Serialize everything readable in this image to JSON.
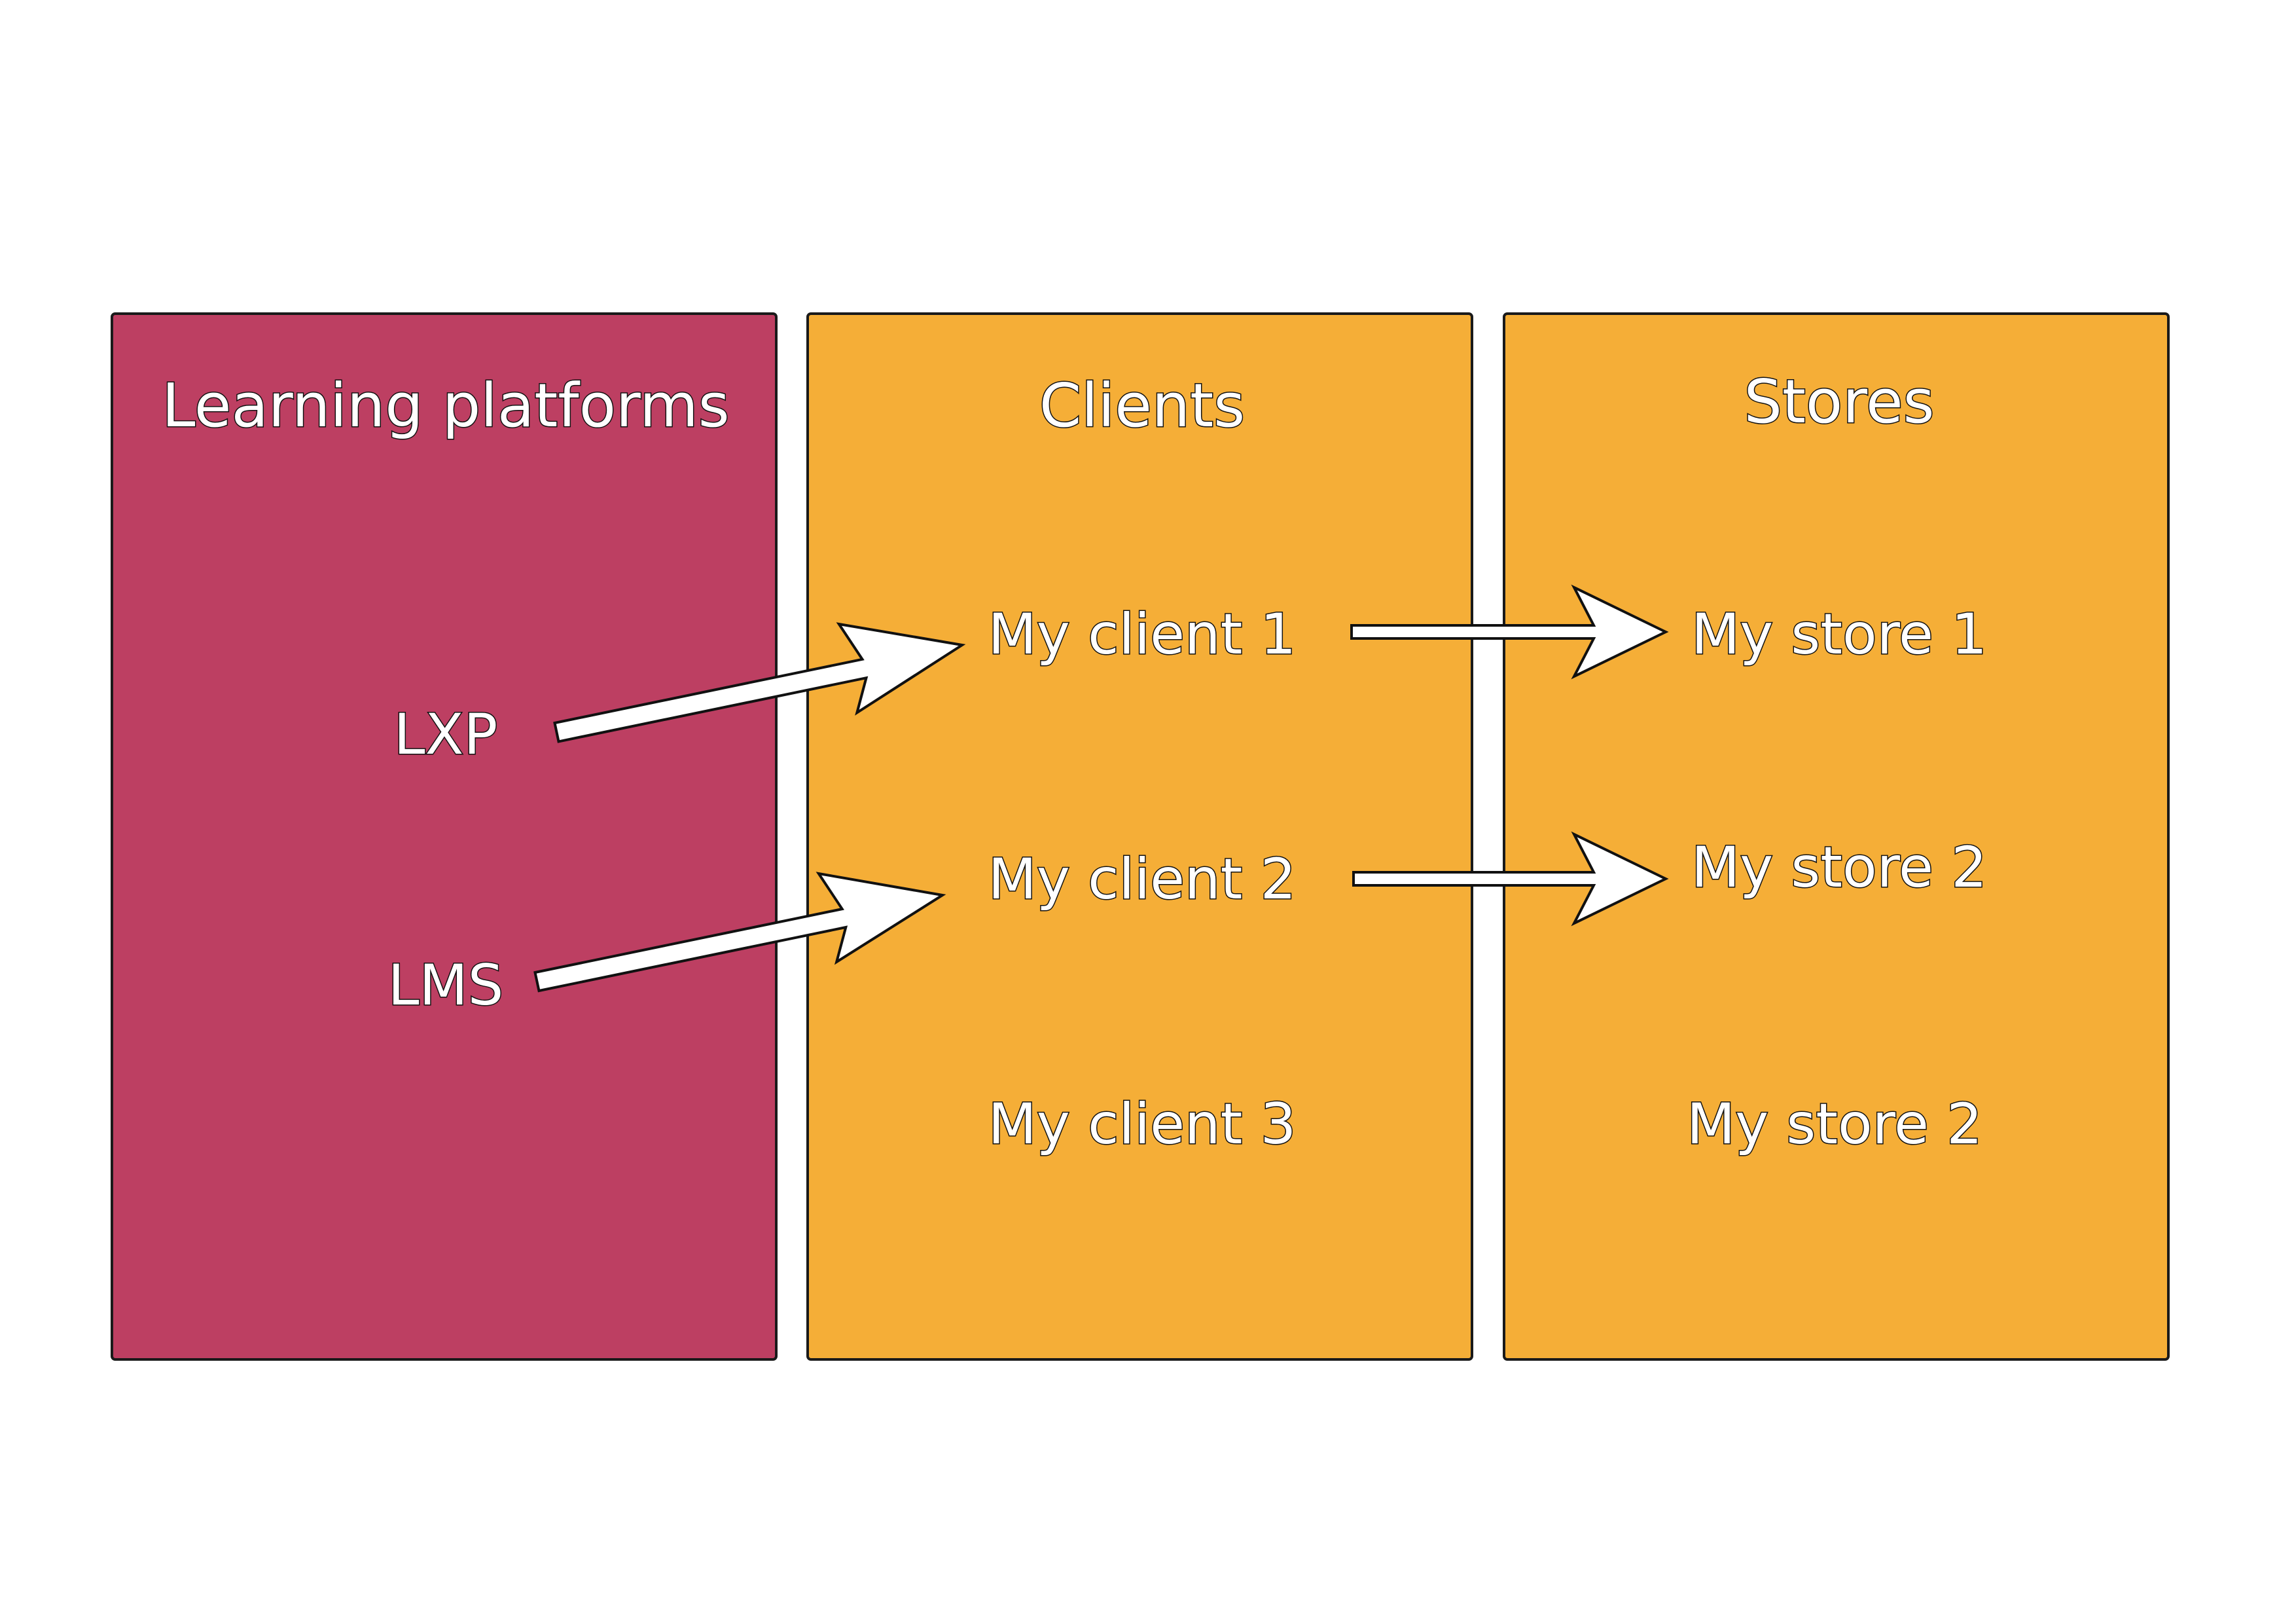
{
  "colors": {
    "platforms_panel": "#bd3f62",
    "clients_panel": "#f5ae37",
    "stores_panel": "#f5ae37",
    "label_text": "#ffffff",
    "outline": "#111111"
  },
  "panels": {
    "platforms": {
      "title": "Learning platforms",
      "items": [
        "LXP",
        "LMS"
      ]
    },
    "clients": {
      "title": "Clients",
      "items": [
        "My client 1",
        "My client 2",
        "My client 3"
      ]
    },
    "stores": {
      "title": "Stores",
      "items": [
        "My store 1",
        "My store 2",
        "My store 2"
      ]
    }
  },
  "arrows": [
    {
      "from": "LXP",
      "to": "My client 1"
    },
    {
      "from": "LMS",
      "to": "My client 2"
    },
    {
      "from": "My client 1",
      "to": "My store 1"
    },
    {
      "from": "My client 2",
      "to": "My store 2"
    }
  ]
}
